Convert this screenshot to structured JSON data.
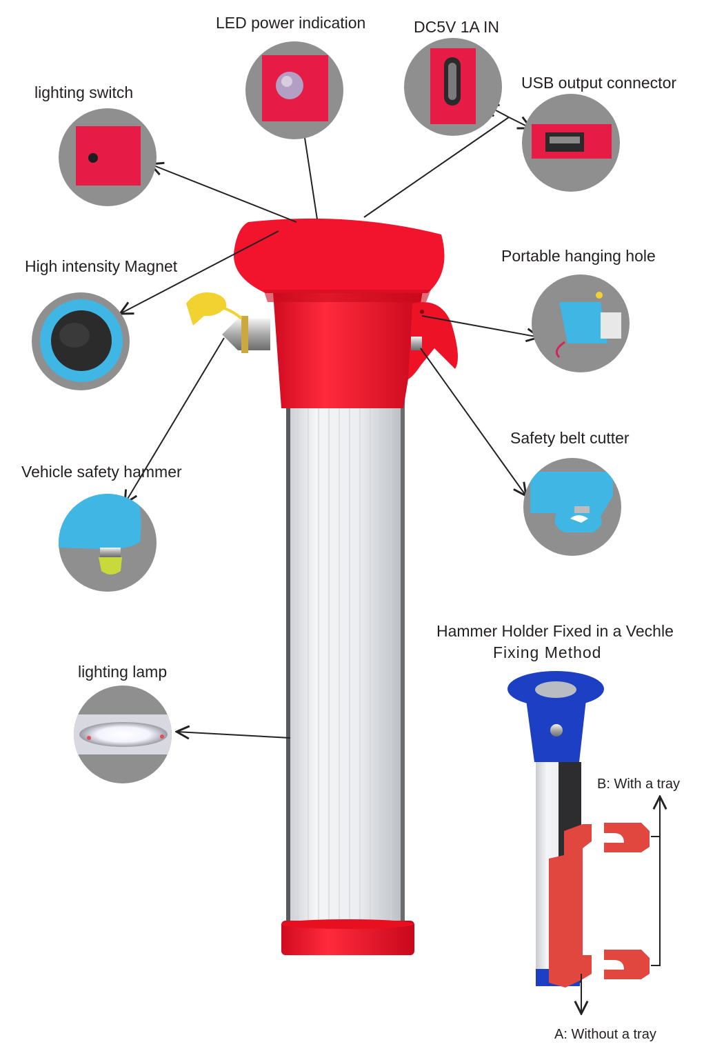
{
  "labels": {
    "led_power": "LED power indication",
    "dc_in": "DC5V 1A IN",
    "lighting_switch": "lighting switch",
    "usb_output": "USB output connector",
    "magnet": "High intensity Magnet",
    "hanging_hole": "Portable hanging hole",
    "belt_cutter": "Safety belt cutter",
    "hammer": "Vehicle safety hammer",
    "lamp": "lighting lamp",
    "holder_title_1": "Hammer Holder Fixed in a Vechle",
    "holder_title_2": "Fixing Method",
    "with_tray": "B: With a tray",
    "without_tray": "A:  Without a tray"
  },
  "colors": {
    "product_red": "#f2142c",
    "tube": "#e9ebee",
    "circle_gray": "#8f8f8f",
    "accent_blue": "#3fb6e3",
    "holder_blue": "#1d3fc4"
  }
}
